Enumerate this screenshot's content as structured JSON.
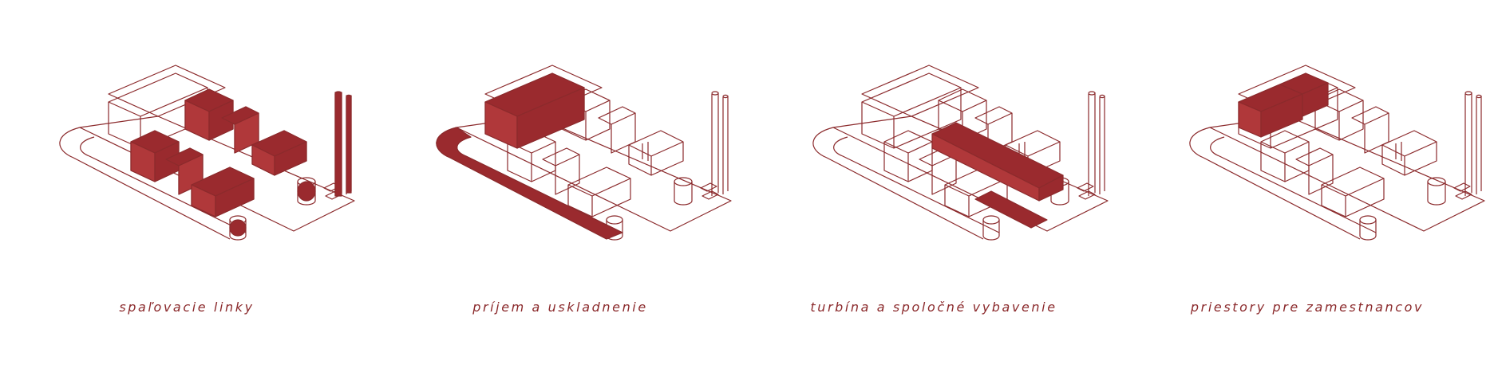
{
  "accent_color": "#8b2a2c",
  "panels": [
    {
      "caption": "spaľovacie linky",
      "highlight": "combustion-lines"
    },
    {
      "caption": "príjem a uskladnenie",
      "highlight": "reception-storage"
    },
    {
      "caption": "turbína a spoločné vybavenie",
      "highlight": "turbine-shared"
    },
    {
      "caption": "priestory pre zamestnancov",
      "highlight": "staff-spaces"
    }
  ]
}
